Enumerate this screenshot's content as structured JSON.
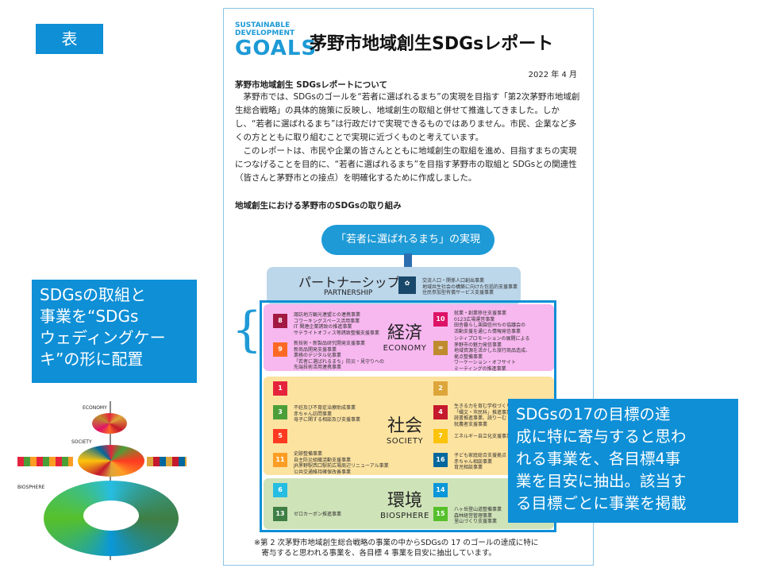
{
  "tag": "表",
  "left_callout": [
    "SDGsの取組と",
    "事業を“SDGs",
    "ウェディングケー",
    "キ”の形に配置"
  ],
  "right_callout": [
    "SDGsの17の目標の達",
    "成に特に寄与すると思わ",
    "れる事業を、各目標4事",
    "業を目安に抽出。該当す",
    "る目標ごとに事業を掲載"
  ],
  "doc": {
    "logo": [
      "SUSTAINABLE",
      "DEVELOPMENT",
      "GOALS"
    ],
    "title": "茅野市地域創生SDGsレポート",
    "date": "2022 年 4 月",
    "section1": "茅野市地域創生 SDGsレポートについて",
    "para1": "茅野市では、SDGsのゴールを“若者に選ばれるまち”の実現を目指す「第2次茅野市地域創生総合戦略」の具体的施策に反映し、地域創生の取組と併せて推進してきました。しかし、“若者に選ばれるまち”は行政だけで実現できるものではありません。市民、企業など多くの方とともに取り組むことで実現に近づくものと考えています。",
    "para2": "このレポートは、市民や企業の皆さんとともに地域創生の取組を進め、目指すまちの実現につなげることを目的に、“若者に選ばれるまち”を目指す茅野市の取組と SDGsとの関連性（皆さんと茅野市との接点）を明確化するために作成しました。",
    "section2": "地域創生における茅野市のSDGsの取り組み",
    "goal": "「若者に選ばれるまち」の実現",
    "partnership": {
      "title": "パートナーシップ",
      "sub": "PARTNERSHIP",
      "items": [
        "交流人口・関係人口創出事業",
        "地域共生社会の構築に向けた包括的支援事業",
        "住民参加型有償サービス支援事業"
      ]
    },
    "economy": {
      "title": "経済",
      "sub": "ECONOMY",
      "g8": [
        "諏訪地方観光連盟との連携事業",
        "コワーキングスペース活用事業",
        "IT 関連企業誘致の推進事業",
        "サテライトオフィス等誘致整備支援事業"
      ],
      "g9": [
        "新技術・新製品研究開発支援事業",
        "新商品開発支援事業",
        "業務のデジタル化事業",
        "「若者に選ばれるまち」防災・見守りへの",
        "先端技術活用連携事業"
      ],
      "g10": [
        "就業・創業移住支援事業",
        "0123広場運営事業",
        "田舎暮らし楽園信州ちの協議会の",
        "活動支援を通じた情報発信事業"
      ],
      "g12": [
        "シティプロモーションの展開による",
        "茅野市の魅力発信事業",
        "地域資源を活かした旅行商品造成、",
        "拠点整備事業",
        "ワーケーション・オフサイト",
        "ミーティングの推進事業"
      ]
    },
    "society": {
      "title": "社会",
      "sub": "SOCIETY",
      "g3": [
        "不妊及び不育症治療助成事業",
        "赤ちゃん訪問事業",
        "母子に関する相談及び支援事業"
      ],
      "g11": [
        "史跡整備事業",
        "自主防災組織活動支援事業",
        "JR茅野駅西口駅前広場周辺リニューアル事業",
        "公共交通維持確保改善事業"
      ],
      "g4": [
        "生きる力を育む学校づくり",
        "「縄文・市民科」推進事業",
        "読書推進事業、読りーむ",
        "就農者支援事業"
      ],
      "g7": [
        "エネルギー自立化支援事業"
      ],
      "g16": [
        "子ども家庭総合支援拠点",
        "赤ちゃん相談事業",
        "育児相談事業"
      ]
    },
    "biosphere": {
      "title": "環境",
      "sub": "BIOSPHERE",
      "g13": [
        "ゼロカーボン推進事業"
      ],
      "g15": [
        "八ヶ岳登山道整備事業",
        "森林経営管理事業",
        "里山づくり支援事業"
      ]
    },
    "note": [
      "※第 2 次茅野市地域創生総合戦略の事業の中からSDGsの 17 のゴールの達成に特に",
      "寄与すると思われる事業を、各目標 4 事業を目安に抽出しています。"
    ]
  },
  "cake": {
    "labels": [
      "ECONOMY",
      "SOCIETY",
      "BIOSPHERE"
    ]
  },
  "colors": {
    "accent": "#0e8fd6",
    "economy": "#f7b7ef",
    "society": "#fde3a0",
    "biosphere": "#cfe3b8"
  }
}
